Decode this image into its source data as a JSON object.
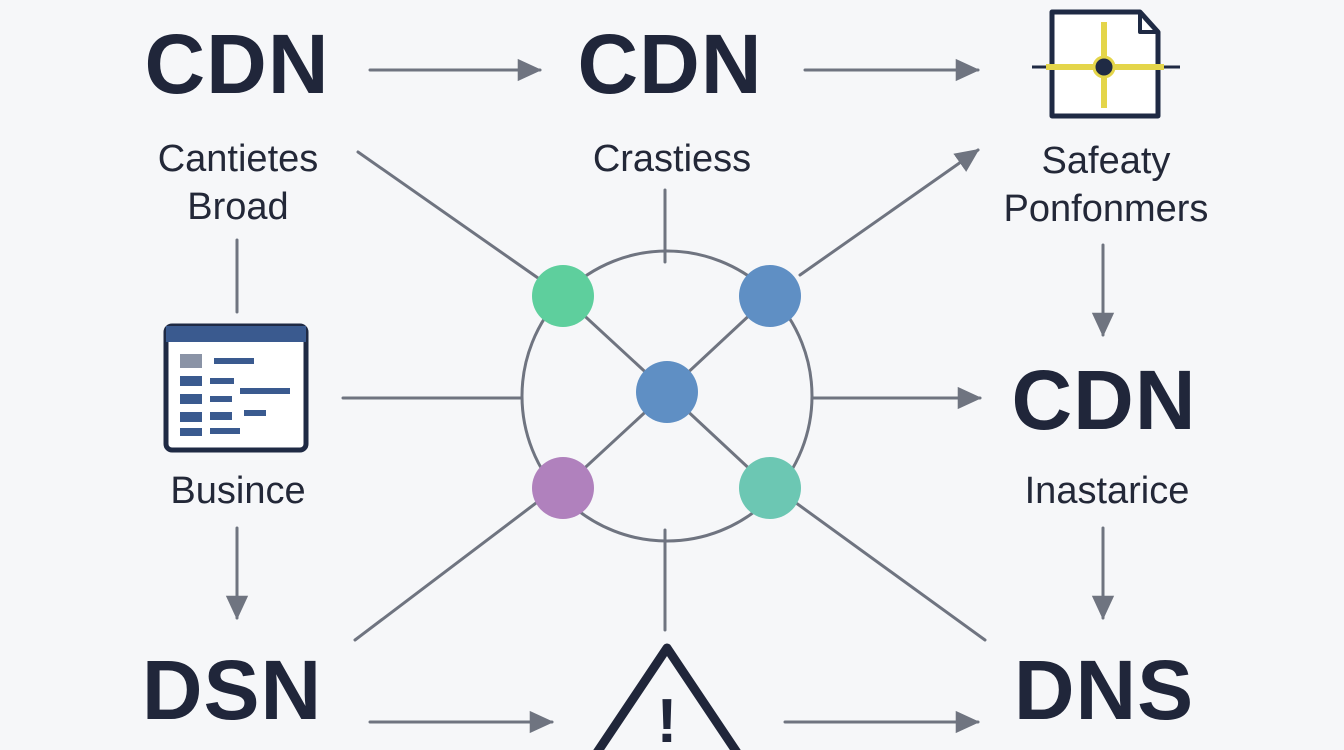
{
  "colors": {
    "background": "#f6f7f9",
    "text": "#20263a",
    "connector": "#6f7480",
    "node_green": "#5ecf9d",
    "node_blue": "#5f8fc4",
    "node_purple": "#b081bd",
    "node_teal": "#6cc7b3",
    "icon_dark": "#1f2a44",
    "icon_blue": "#3a5a8f",
    "icon_yellow": "#e4d54a"
  },
  "icons": [
    "network-map-icon",
    "browser-window-icon",
    "warning-triangle-icon"
  ],
  "nodes": {
    "cdn_top_left": {
      "title": "CDN",
      "label_lines": [
        "Cantietes",
        "Broad"
      ]
    },
    "cdn_top_center": {
      "title": "CDN",
      "label": "Crastiess"
    },
    "safety": {
      "label_lines": [
        "Safeaty",
        "Ponfonmers"
      ]
    },
    "business": {
      "label": "Busince"
    },
    "cdn_right": {
      "title": "CDN",
      "label": "Inastarice"
    },
    "dsn_bottom_left": {
      "title": "DSN"
    },
    "dns_bottom_right": {
      "title": "DNS"
    },
    "warning": {
      "symbol": "!"
    }
  }
}
